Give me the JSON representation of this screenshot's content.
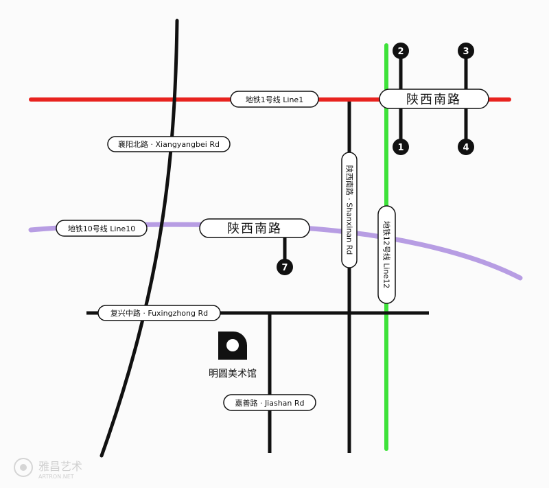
{
  "colors": {
    "line1": "#e8231f",
    "line10": "#b79de3",
    "line12": "#3ee23a",
    "road": "#111111",
    "pill_fill": "#ffffff",
    "pill_stroke": "#111111"
  },
  "metro": {
    "line1_label": "地铁1号线 Line1",
    "line10_label": "地铁10号线 Line10",
    "line12_label": "地铁12号线 Line12"
  },
  "stations": {
    "line1_station": "陕西南路",
    "line10_station": "陕西南路"
  },
  "exits": [
    "2",
    "3",
    "1",
    "4",
    "7"
  ],
  "roads": {
    "xiangyangbei": "襄阳北路 · Xiangyangbei Rd",
    "shanxinan": "陕西南路 · Shanxinan Rd",
    "fuxingzhong": "复兴中路 · Fuxingzhong Rd",
    "jiashan": "嘉善路 · Jiashan Rd"
  },
  "landmark": {
    "name": "明圆美术馆",
    "icon": "museum-logo-icon"
  },
  "watermark": {
    "name": "雅昌艺术",
    "sub": "ARTRON.NET"
  }
}
